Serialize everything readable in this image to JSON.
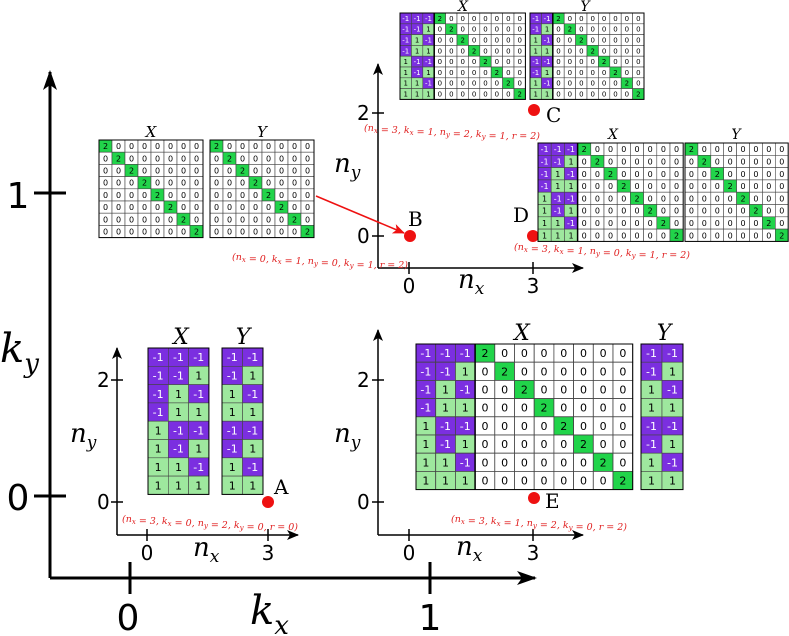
{
  "colors": {
    "purple": "#7b2fe0",
    "green": "#21d44a",
    "lightgreen": "#9ee89e",
    "white": "#ffffff",
    "red": "#ee1111",
    "grid": "#444444"
  },
  "outer_axes": {
    "x_label": "k_x",
    "y_label": "k_y",
    "x_ticks": [
      "0",
      "1"
    ],
    "y_ticks": [
      "0",
      "1"
    ]
  },
  "sub_axes": {
    "x_label": "n_x",
    "y_label": "n_y",
    "x_ticks": [
      "0",
      "3"
    ],
    "y_ticks": [
      "0",
      "2"
    ]
  },
  "points": [
    {
      "id": "A",
      "caption": "(n_x = 3, k_x = 0, n_y = 2, k_y = 0, r = 0)"
    },
    {
      "id": "B",
      "caption": "(n_x = 0, k_x = 1, n_y = 0, k_y = 1, r = 2)"
    },
    {
      "id": "C",
      "caption": "(n_x = 3, k_x = 1, n_y = 2, k_y = 1, r = 2)"
    },
    {
      "id": "D",
      "caption": "(n_x = 3, k_x = 1, n_y = 0, k_y = 1, r = 2)"
    },
    {
      "id": "E",
      "caption": "(n_x = 3, k_x = 1, n_y = 2, k_y = 0, r = 2)"
    }
  ],
  "matrix_titles": {
    "x": "X",
    "y": "Y"
  },
  "matrices": {
    "A_X": [
      "-1 -1 -1",
      "-1 -1 1",
      "-1 1 -1",
      "-1 1 1",
      "1 -1 -1",
      "1 -1 1",
      "1 1 -1",
      "1 1 1"
    ],
    "A_Y": [
      "-1 -1",
      "-1 1",
      "1 -1",
      "1 1",
      "-1 -1",
      "-1 1",
      "1 -1",
      "1 1"
    ],
    "B_X": [
      "2 0 0 0 0 0 0 0",
      "0 2 0 0 0 0 0 0",
      "0 0 2 0 0 0 0 0",
      "0 0 0 2 0 0 0 0",
      "0 0 0 0 2 0 0 0",
      "0 0 0 0 0 2 0 0",
      "0 0 0 0 0 0 2 0",
      "0 0 0 0 0 0 0 2"
    ],
    "B_Y": [
      "2 0 0 0 0 0 0 0",
      "0 2 0 0 0 0 0 0",
      "0 0 2 0 0 0 0 0",
      "0 0 0 2 0 0 0 0",
      "0 0 0 0 2 0 0 0",
      "0 0 0 0 0 2 0 0",
      "0 0 0 0 0 0 2 0",
      "0 0 0 0 0 0 0 2"
    ],
    "C_X": [
      "-1 -1 -1 2 0 0 0 0 0 0 0",
      "-1 -1 1 0 2 0 0 0 0 0 0",
      "-1 1 -1 0 0 2 0 0 0 0 0",
      "-1 1 1 0 0 0 2 0 0 0 0",
      "1 -1 -1 0 0 0 0 2 0 0 0",
      "1 -1 1 0 0 0 0 0 2 0 0",
      "1 1 -1 0 0 0 0 0 0 2 0",
      "1 1 1 0 0 0 0 0 0 0 2"
    ],
    "C_Y": [
      "-1 -1 2 0 0 0 0 0 0 0",
      "-1 1 0 2 0 0 0 0 0 0",
      "1 -1 0 0 2 0 0 0 0 0",
      "1 1 0 0 0 2 0 0 0 0",
      "-1 -1 0 0 0 0 2 0 0 0",
      "-1 1 0 0 0 0 0 2 0 0",
      "1 -1 0 0 0 0 0 0 2 0",
      "1 1 0 0 0 0 0 0 0 2"
    ],
    "D_X": [
      "-1 -1 -1 2 0 0 0 0 0 0 0",
      "-1 -1 1 0 2 0 0 0 0 0 0",
      "-1 1 -1 0 0 2 0 0 0 0 0",
      "-1 1 1 0 0 0 2 0 0 0 0",
      "1 -1 -1 0 0 0 0 2 0 0 0",
      "1 -1 1 0 0 0 0 0 2 0 0",
      "1 1 -1 0 0 0 0 0 0 2 0",
      "1 1 1 0 0 0 0 0 0 0 2"
    ],
    "D_Y": [
      "2 0 0 0 0 0 0 0",
      "0 2 0 0 0 0 0 0",
      "0 0 2 0 0 0 0 0",
      "0 0 0 2 0 0 0 0",
      "0 0 0 0 2 0 0 0",
      "0 0 0 0 0 2 0 0",
      "0 0 0 0 0 0 2 0",
      "0 0 0 0 0 0 0 2"
    ],
    "E_X": [
      "-1 -1 -1 2 0 0 0 0 0 0 0",
      "-1 -1 1 0 2 0 0 0 0 0 0",
      "-1 1 -1 0 0 2 0 0 0 0 0",
      "-1 1 1 0 0 0 2 0 0 0 0",
      "1 -1 -1 0 0 0 0 2 0 0 0",
      "1 -1 1 0 0 0 0 0 2 0 0",
      "1 1 -1 0 0 0 0 0 0 2 0",
      "1 1 1 0 0 0 0 0 0 0 2"
    ],
    "E_Y": [
      "-1 -1",
      "-1 1",
      "1 -1",
      "1 1",
      "-1 -1",
      "-1 1",
      "1 -1",
      "1 1"
    ]
  }
}
